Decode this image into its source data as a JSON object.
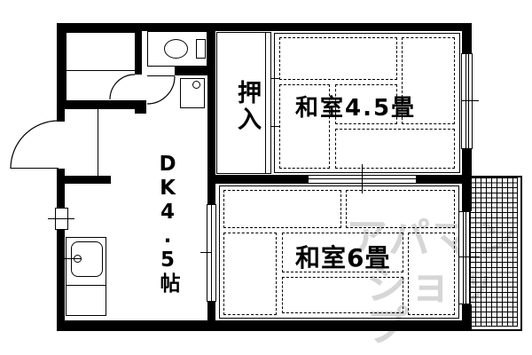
{
  "page": {
    "background_color": "#ffffff",
    "line_color": "#000000",
    "type_note": "Japanese apartment floor plan (madori-zu)"
  },
  "floorplan": {
    "rooms": {
      "dk": {
        "label": "DK4.5帖",
        "orientation": "vertical"
      },
      "washitsu45": {
        "label": "和室4.5畳",
        "orientation": "horizontal"
      },
      "washitsu6": {
        "label": "和室6畳",
        "orientation": "horizontal"
      },
      "oshiire": {
        "label": "押入",
        "orientation": "vertical"
      }
    },
    "fixtures": [
      "bathtub-icon",
      "toilet-icon",
      "kitchen-sink-icon",
      "washing-machine-pan-icon",
      "entry-door-arc",
      "bath-door-arc",
      "toilet-door-arc",
      "sliding-door-symbol",
      "window-symbol",
      "balcony-grid"
    ],
    "watermark": {
      "line1": "アパマン",
      "line2": "ショップ",
      "color": "#d6d6d6"
    }
  }
}
